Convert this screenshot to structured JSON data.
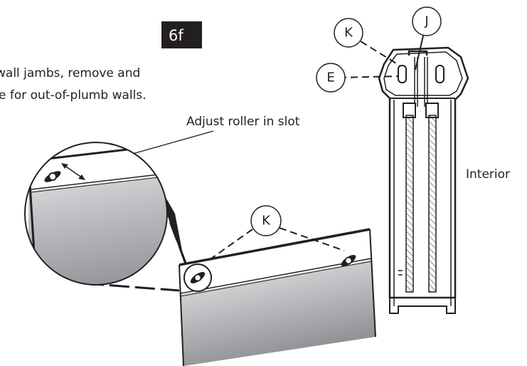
{
  "step": {
    "label": "6f"
  },
  "instructions": {
    "line1": "wall jambs, remove and",
    "line2": "e for out-of-plumb walls."
  },
  "annotation": {
    "adjust_roller": "Adjust roller in slot"
  },
  "labels": {
    "interior": "Interior"
  },
  "callouts": {
    "panel_k": "K",
    "section_k": "K",
    "section_j": "J",
    "section_e": "E"
  },
  "colors": {
    "ink": "#231f20",
    "badge": "#231f20"
  }
}
